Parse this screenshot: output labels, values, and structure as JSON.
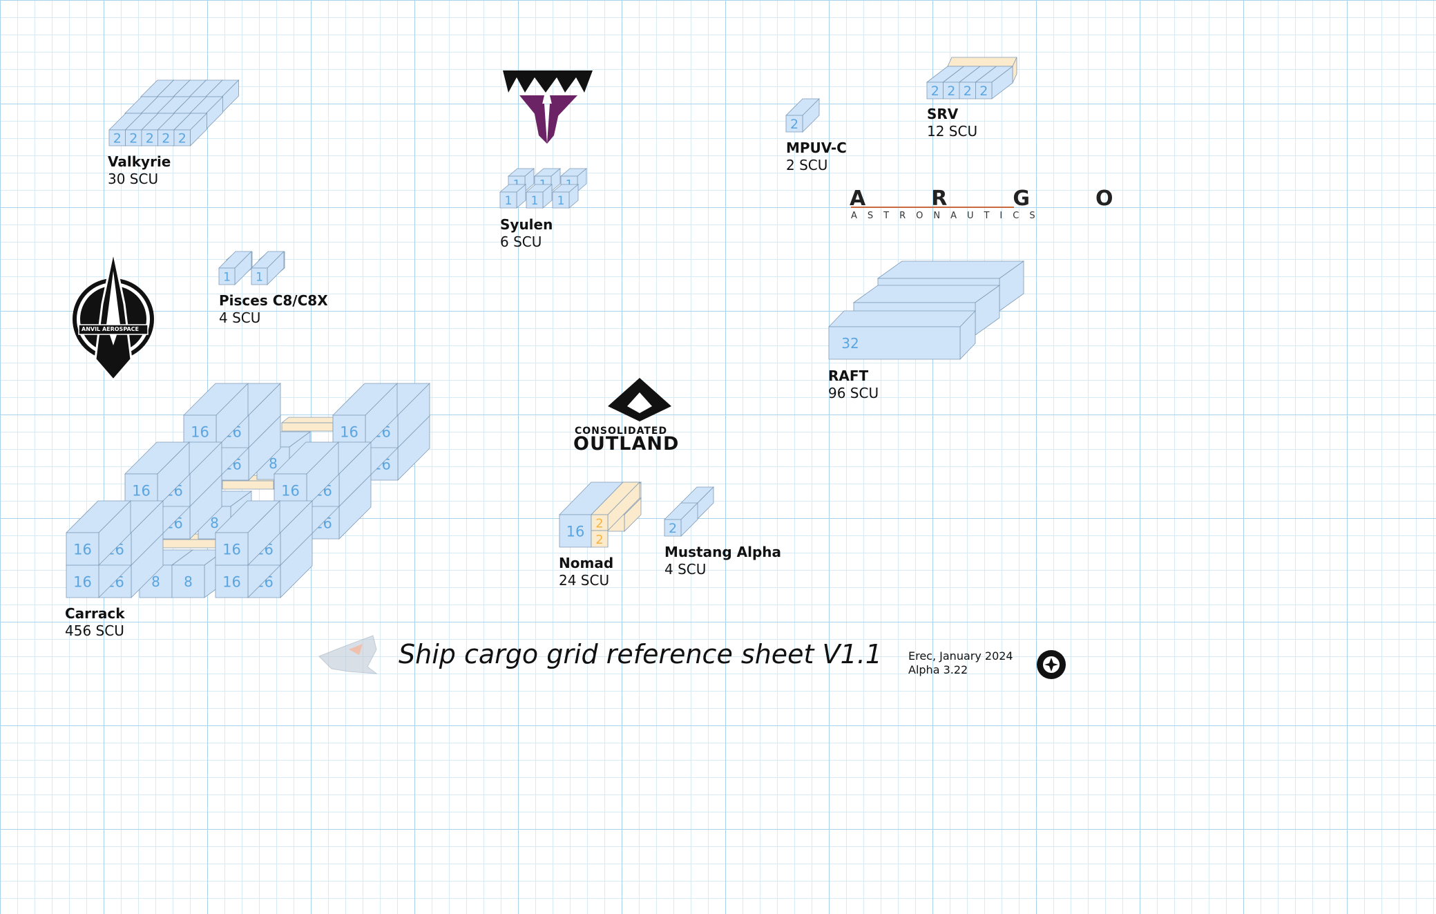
{
  "title": "Ship cargo grid reference sheet V1.1",
  "credit": {
    "author": "Erec, January 2024",
    "version": "Alpha 3.22"
  },
  "colors": {
    "box_fill": "#cfe4f9",
    "box_stroke": "#7f9ab5",
    "box_text": "#5aa5e0",
    "gap_fill": "#fbeacb",
    "gap_text": "#f2b640",
    "grid_major": "#a9d3ec",
    "grid_minor": "#d7ebf7",
    "drake_purple": "#6b2366",
    "argo_orange": "#c86a3d"
  },
  "ships": [
    {
      "id": "valkyrie",
      "name": "Valkyrie",
      "capacity": "30 SCU",
      "box_label": "2"
    },
    {
      "id": "syulen",
      "name": "Syulen",
      "capacity": "6 SCU",
      "box_label": "1"
    },
    {
      "id": "mpuv-c",
      "name": "MPUV-C",
      "capacity": "2 SCU",
      "box_label": "2"
    },
    {
      "id": "srv",
      "name": "SRV",
      "capacity": "12 SCU",
      "box_label": "2"
    },
    {
      "id": "pisces",
      "name": "Pisces C8/C8X",
      "capacity": "4 SCU",
      "box_label": "1"
    },
    {
      "id": "raft",
      "name": "RAFT",
      "capacity": "96 SCU",
      "box_label": "32"
    },
    {
      "id": "carrack",
      "name": "Carrack",
      "capacity": "456 SCU",
      "box_labels": [
        "16",
        "8"
      ]
    },
    {
      "id": "nomad",
      "name": "Nomad",
      "capacity": "24 SCU",
      "box_labels": [
        "16",
        "2"
      ]
    },
    {
      "id": "mustang",
      "name": "Mustang Alpha",
      "capacity": "4 SCU",
      "box_label": "2"
    }
  ],
  "logos": {
    "argo_word": "ARGO",
    "argo_sub": "ASTRONAUTICS",
    "consolidated_top": "CONSOLIDATED",
    "consolidated_bottom": "OUTLAND",
    "anvil": "ANVIL AEROSPACE"
  }
}
